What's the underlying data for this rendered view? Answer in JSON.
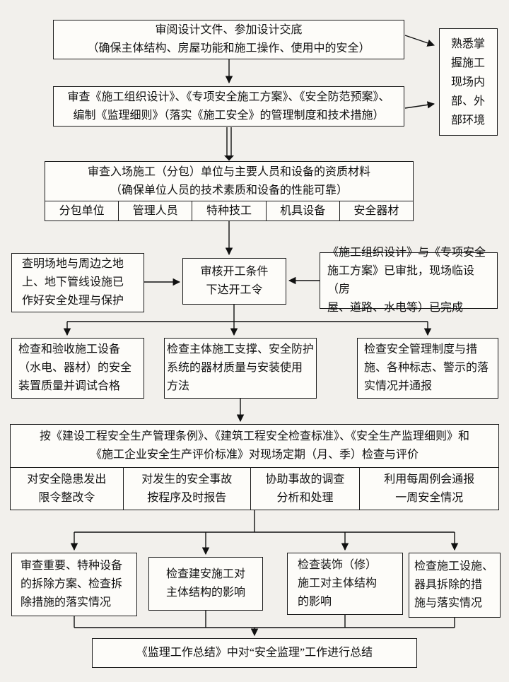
{
  "colors": {
    "background": "#f2f0ec",
    "box_bg": "#fdfcf9",
    "border": "#1c1c1c",
    "text": "#111111",
    "arrow": "#111111"
  },
  "nodes": {
    "review_design": {
      "line1": "审阅设计文件、参加设计交底",
      "line2": "（确保主体结构、房屋功能和施工操作、使用中的安全）"
    },
    "familiarize": {
      "text": "熟悉掌\n握施工\n现场内\n部、外\n部环境"
    },
    "review_docs": {
      "line1": "审查《施工组织设计》、《专项安全施工方案》、《安全防范预案》、",
      "line2": "编制《监理细则》（落实《施工安全》的管理制度和技术措施）"
    },
    "review_qual": {
      "line1": "审查入场施工（分包）单位与主要人员和设备的资质材料",
      "line2": "（确保单位人员的技术素质和设备的性能可靠）",
      "cells": [
        "分包单位",
        "管理人员",
        "特种技工",
        "机具设备",
        "安全器材"
      ]
    },
    "site_survey": {
      "text": "查明场地与周边之地\n上、地下管线设施已\n作好安全处理与保护"
    },
    "start_order": {
      "line1": "审核开工条件",
      "line2": "下达开工令"
    },
    "approved_ready": {
      "text": "《施工组织设计》与《专项安全\n施工方案》已审批，现场临设（房\n屋、道路、水电等）已完成"
    },
    "check_equipment": {
      "text": "检查和验收施工设备\n（水电、器材）的安全\n装置质量并调试合格"
    },
    "check_support": {
      "text": "检查主体施工支撑、安全防护\n系统的器材质量与安装使用\n方法"
    },
    "check_mgmt": {
      "text": "检查安全管理制度与措\n施、各种标志、警示的落\n实情况并通报"
    },
    "periodic": {
      "line1": "按《建设工程安全生产管理条例》、《建筑工程安全检查标准》、《安全生产监理细则》和",
      "line2": "《施工企业安全生产评价标准》对现场定期（月、季）检查与评价",
      "cells": [
        "对安全隐患发出\n限令整改令",
        "对发生的安全事故\n按程序及时报告",
        "协助事故的调查\n分析和处理",
        "利用每周例会通报\n一周安全情况"
      ]
    },
    "demolition_review": {
      "text": "审查重要、特种设备\n的拆除方案、检查拆\n除措施的落实情况"
    },
    "construction_impact": {
      "text": "检查建安施工对\n主体结构的影响"
    },
    "decoration_impact": {
      "text": "检查装饰（修）\n施工对主体结构\n的影响"
    },
    "facility_removal": {
      "text": "检查施工设施、\n器具拆除的措\n施与落实情况"
    },
    "summary": {
      "text": "《监理工作总结》中对“安全监理”工作进行总结"
    }
  }
}
